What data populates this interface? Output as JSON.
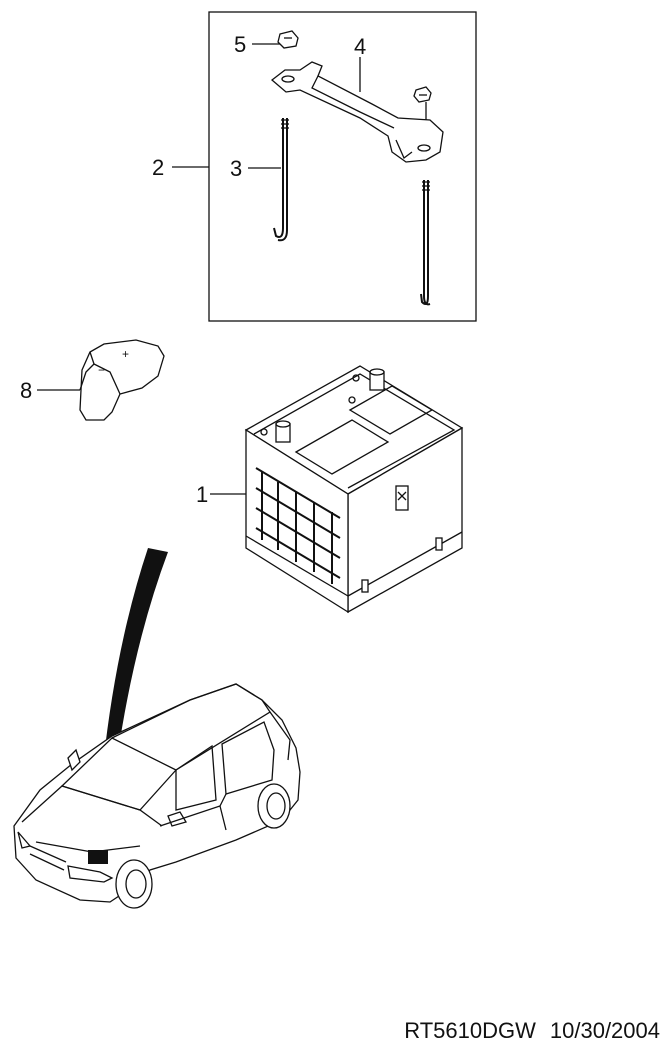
{
  "callouts": {
    "c1": "1",
    "c2": "2",
    "c3": "3",
    "c4": "4",
    "c5": "5",
    "c8": "8"
  },
  "footer": {
    "code": "RT5610DGW",
    "date": "10/30/2004"
  }
}
